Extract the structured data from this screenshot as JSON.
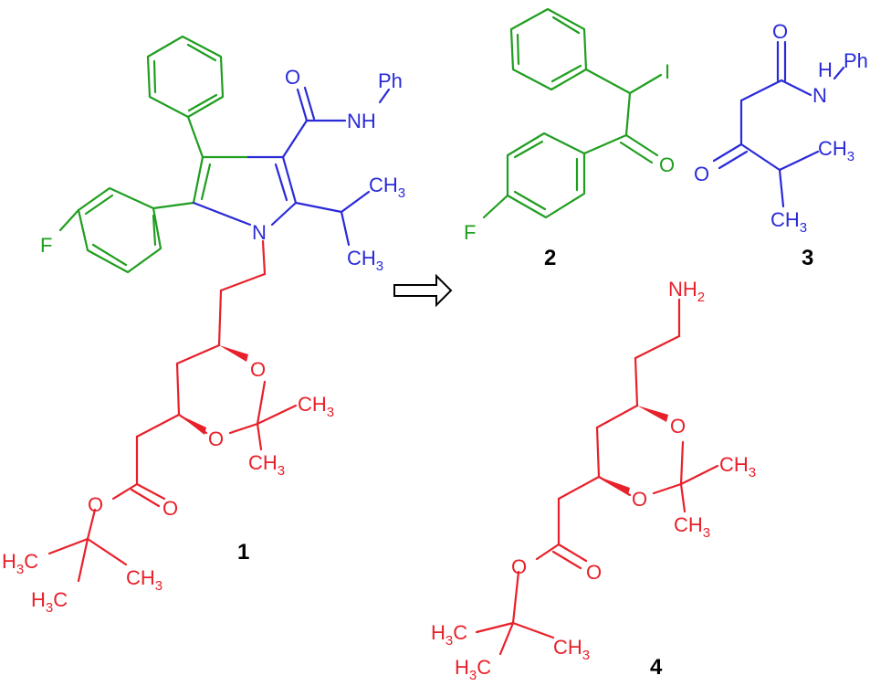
{
  "colors": {
    "green": "#1f9e1f",
    "blue": "#2a2ad8",
    "red": "#e8202a",
    "black": "#000000"
  },
  "compounds": [
    {
      "number": "1"
    },
    {
      "number": "2"
    },
    {
      "number": "3"
    },
    {
      "number": "4"
    }
  ],
  "arrow": {
    "type": "retrosynthetic-arrow"
  },
  "atoms": {
    "Ph": "Ph",
    "NH": "NH",
    "H": "H",
    "N": "N",
    "O": "O",
    "F": "F",
    "I": "I",
    "CH": "CH",
    "C": "C",
    "H3": "H",
    "sub3": "3",
    "sub2": "2"
  }
}
